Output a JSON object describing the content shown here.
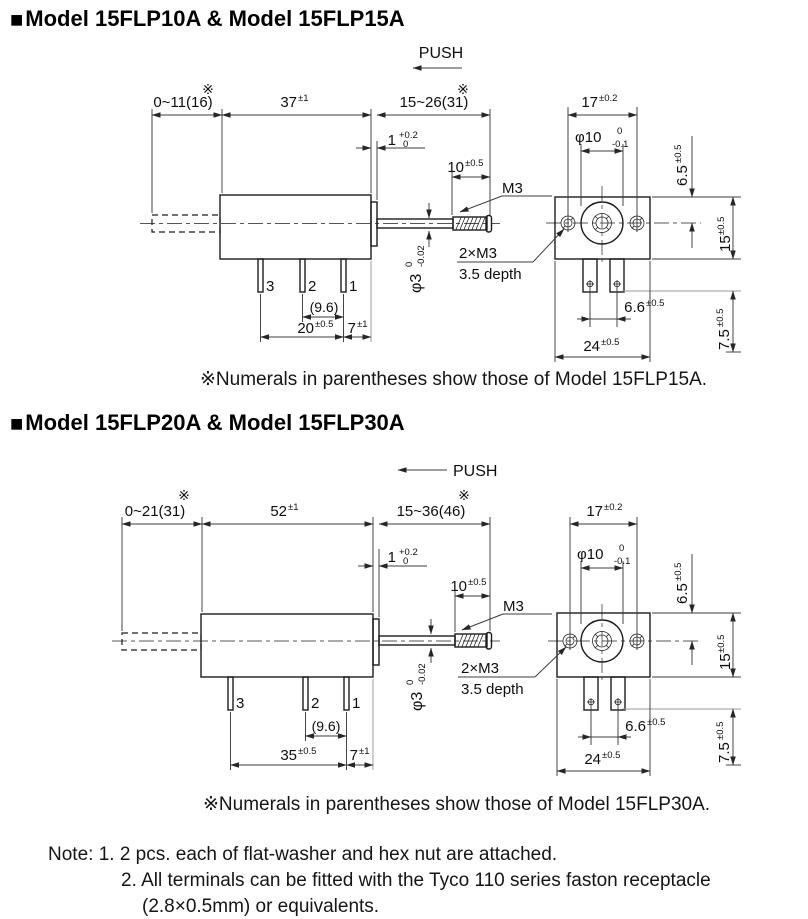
{
  "sections": [
    {
      "bullet": "■",
      "title": "Model 15FLP10A & Model 15FLP15A",
      "push": "PUSH",
      "ref": "※",
      "footnote": "※Numerals in parentheses show those of Model 15FLP15A.",
      "d": {
        "travel_left": "0~11(16)",
        "body_len": "37",
        "body_len_tol": "±1",
        "travel_right": "15~26(31)",
        "collar": "1",
        "collar_hi": "+0.2",
        "collar_lo": "0",
        "thread_len": "10",
        "thread_len_tol": "±0.5",
        "thread": "M3",
        "shaft_dia": "φ3",
        "shaft_dia_hi": "0",
        "shaft_dia_lo": "-0.02",
        "holes_line1": "2×M3",
        "holes_line2": "3.5 depth",
        "pin3": "3",
        "pin2": "2",
        "pin1": "1",
        "pin_pitch": "(9.6)",
        "pin_span": "20",
        "pin_span_tol": "±0.5",
        "pin_offset": "7",
        "pin_offset_tol": "±1",
        "face_w": "17",
        "face_w_tol": "±0.2",
        "boss_dia": "φ10",
        "boss_hi": "0",
        "boss_lo": "-0.1",
        "c_height": "6.5",
        "c_height_tol": "±0.5",
        "body_h": "15",
        "body_h_tol": "±0.5",
        "term_pitch": "6.6",
        "term_pitch_tol": "±0.5",
        "body_w": "24",
        "body_w_tol": "±0.5",
        "term_len": "7.5",
        "term_len_tol": "±0.5"
      }
    },
    {
      "bullet": "■",
      "title": "Model 15FLP20A & Model 15FLP30A",
      "push": "PUSH",
      "ref": "※",
      "footnote": "※Numerals in parentheses show those of Model 15FLP30A.",
      "d": {
        "travel_left": "0~21(31)",
        "body_len": "52",
        "body_len_tol": "±1",
        "travel_right": "15~36(46)",
        "collar": "1",
        "collar_hi": "+0.2",
        "collar_lo": "0",
        "thread_len": "10",
        "thread_len_tol": "±0.5",
        "thread": "M3",
        "shaft_dia": "φ3",
        "shaft_dia_hi": "0",
        "shaft_dia_lo": "-0.02",
        "holes_line1": "2×M3",
        "holes_line2": "3.5 depth",
        "pin3": "3",
        "pin2": "2",
        "pin1": "1",
        "pin_pitch": "(9.6)",
        "pin_span": "35",
        "pin_span_tol": "±0.5",
        "pin_offset": "7",
        "pin_offset_tol": "±1",
        "face_w": "17",
        "face_w_tol": "±0.2",
        "boss_dia": "φ10",
        "boss_hi": "0",
        "boss_lo": "-0.1",
        "c_height": "6.5",
        "c_height_tol": "±0.5",
        "body_h": "15",
        "body_h_tol": "±0.5",
        "term_pitch": "6.6",
        "term_pitch_tol": "±0.5",
        "body_w": "24",
        "body_w_tol": "±0.5",
        "term_len": "7.5",
        "term_len_tol": "±0.5"
      }
    }
  ],
  "note": {
    "label": "Note:",
    "line1": "1. 2 pcs. each of flat-washer and hex nut are attached.",
    "line2": "2. All terminals can be fitted with the Tyco 110 series faston receptacle",
    "line3": "(2.8×0.5mm) or equivalents."
  }
}
